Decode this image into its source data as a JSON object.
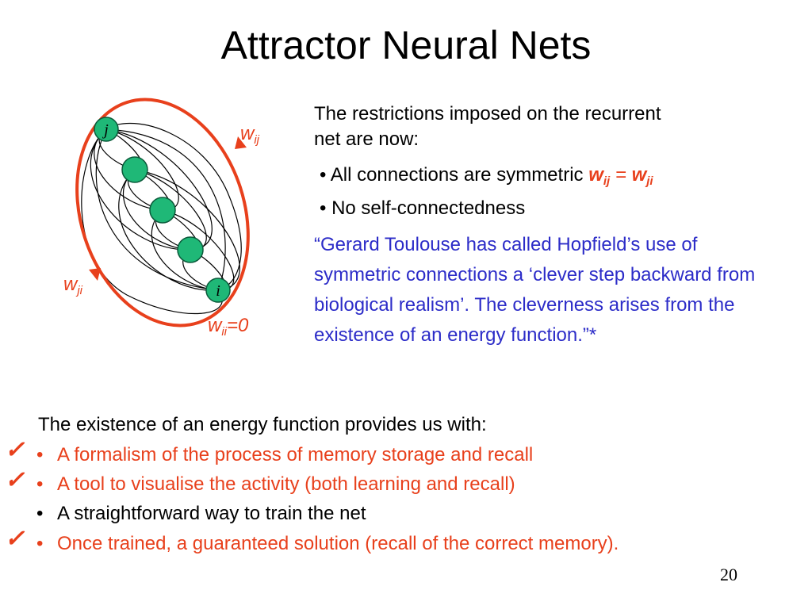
{
  "colors": {
    "red": "#e8401c",
    "blue": "#2c2cc8",
    "node_green": "#1fb877",
    "node_border": "#0a5a3a"
  },
  "title": "Attractor Neural Nets",
  "diagram": {
    "node_j_label": "j",
    "node_i_label": "i",
    "w_ij": {
      "w": "w",
      "sub": "ij"
    },
    "w_ji": {
      "w": "w",
      "sub": "ji"
    },
    "w_ii": {
      "w": "w",
      "sub": "ii",
      "rest": "=0"
    }
  },
  "right_text": {
    "intro": "The restrictions imposed on the recurrent net are now:",
    "restrictions": [
      {
        "text": "• All connections are symmetric ",
        "eq": {
          "w1": "w",
          "s1": "ij",
          "eqsign": " = ",
          "w2": "w",
          "s2": "ji"
        }
      },
      {
        "text": "• No self-connectedness"
      }
    ],
    "quote": "“Gerard Toulouse has called Hopfield’s use of symmetric connections a ‘clever step backward from biological realism’. The cleverness arises from the existence of an energy function.”*"
  },
  "bottom": {
    "intro": "The existence of an energy function provides us with:",
    "bullet_char": "•",
    "check_char": "✓",
    "items": [
      {
        "text": "A formalism of the process of memory storage and recall",
        "checked": true
      },
      {
        "text": "A tool to visualise the activity (both learning and recall)",
        "checked": true
      },
      {
        "text": "A straightforward way to train the net",
        "checked": false
      },
      {
        "text": "Once trained, a guaranteed solution (recall of the correct memory).",
        "checked": true
      }
    ]
  },
  "page_number": "20"
}
